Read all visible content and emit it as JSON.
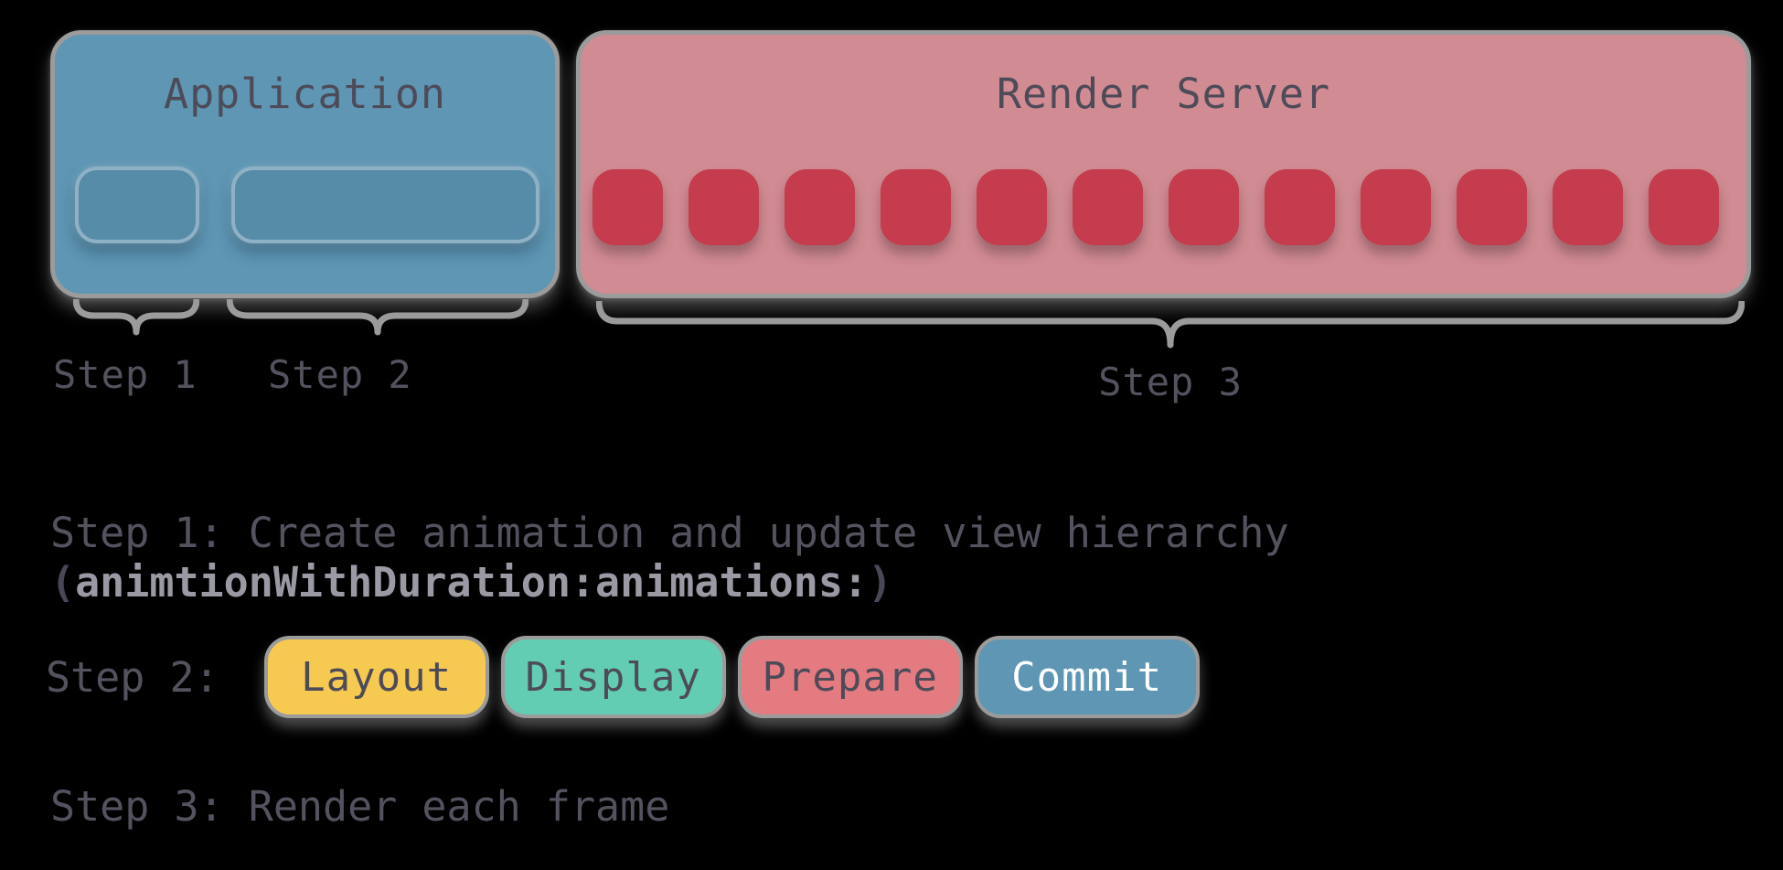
{
  "canvas": {
    "background": "#000000"
  },
  "app_box": {
    "title": "Application",
    "fill": "#5e96b4",
    "border": "#9b9b9b",
    "inner_box_count": 2
  },
  "render_box": {
    "title": "Render Server",
    "fill": "#d18b92",
    "border": "#9b9b9b",
    "frame_count": 12,
    "frame_fill": "#c43c4d"
  },
  "brace_labels": {
    "step1": "Step 1",
    "step2": "Step 2",
    "step3": "Step 3"
  },
  "notes": {
    "step1_line1": "Step 1: Create animation and update view hierarchy",
    "step1_paren_open": "(",
    "step1_code": "animtionWithDuration:animations:",
    "step1_paren_close": ")",
    "step2_label": "Step 2:",
    "step2_phases": [
      {
        "label": "Layout",
        "fill": "#f6c951",
        "text_color": "#4e4b59"
      },
      {
        "label": "Display",
        "fill": "#63cdb4",
        "text_color": "#4e4b59"
      },
      {
        "label": "Prepare",
        "fill": "#e37b81",
        "text_color": "#4e4b59"
      },
      {
        "label": "Commit",
        "fill": "#5e96b4",
        "text_color": "#ffffff"
      }
    ],
    "step3_text": "Step 3: Render each frame"
  },
  "colors": {
    "ink": "#55525f",
    "code_text": "#9b99a3",
    "brace": "#9b9b9b"
  }
}
